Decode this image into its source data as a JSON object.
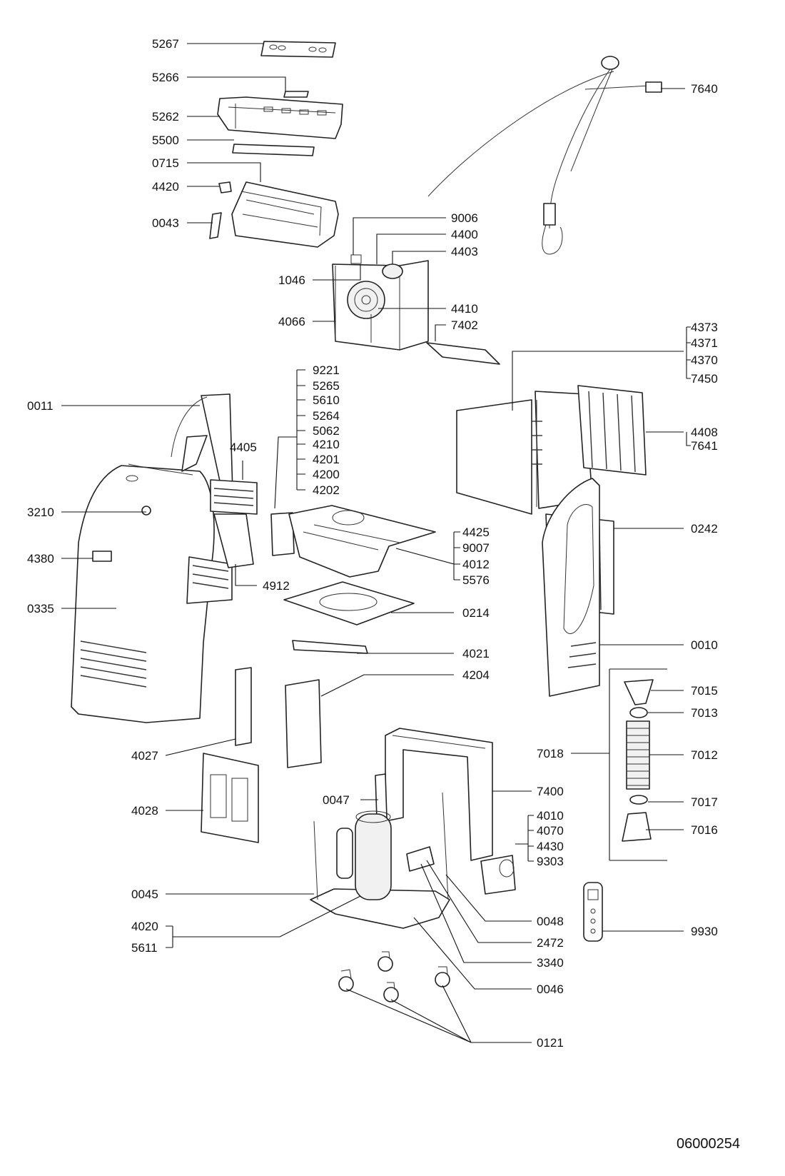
{
  "labels": {
    "p5267": "5267",
    "p5266": "5266",
    "p5262": "5262",
    "p5500": "5500",
    "p0715": "0715",
    "p4420": "4420",
    "p0043": "0043",
    "p7640": "7640",
    "p9006": "9006",
    "p4400": "4400",
    "p4403": "4403",
    "p1046": "1046",
    "p4410": "4410",
    "p4066": "4066",
    "p7402": "7402",
    "p4373": "4373",
    "p4371": "4371",
    "p4370": "4370",
    "p7450": "7450",
    "p9221": "9221",
    "p5265": "5265",
    "p5610": "5610",
    "p5264": "5264",
    "p5062": "5062",
    "p4210": "4210",
    "p4201": "4201",
    "p4200": "4200",
    "p4202": "4202",
    "p0011": "0011",
    "p4405": "4405",
    "p3210": "3210",
    "p4380": "4380",
    "p0335": "0335",
    "p4912": "4912",
    "p4408": "4408",
    "p7641": "7641",
    "p0242": "0242",
    "p4425": "4425",
    "p9007": "9007",
    "p4012": "4012",
    "p5576": "5576",
    "p0214": "0214",
    "p0010": "0010",
    "p4021": "4021",
    "p4204": "4204",
    "p7015": "7015",
    "p7013": "7013",
    "p7018": "7018",
    "p7012": "7012",
    "p7017": "7017",
    "p7016": "7016",
    "p4027": "4027",
    "p4028": "4028",
    "p0047": "0047",
    "p7400": "7400",
    "p4010": "4010",
    "p4070": "4070",
    "p4430": "4430",
    "p9303": "9303",
    "p0045": "0045",
    "p0048": "0048",
    "p4020": "4020",
    "p5611": "5611",
    "p2472": "2472",
    "p3340": "3340",
    "p9930": "9930",
    "p0046": "0046",
    "p0121": "0121"
  },
  "document_number": "06000254"
}
